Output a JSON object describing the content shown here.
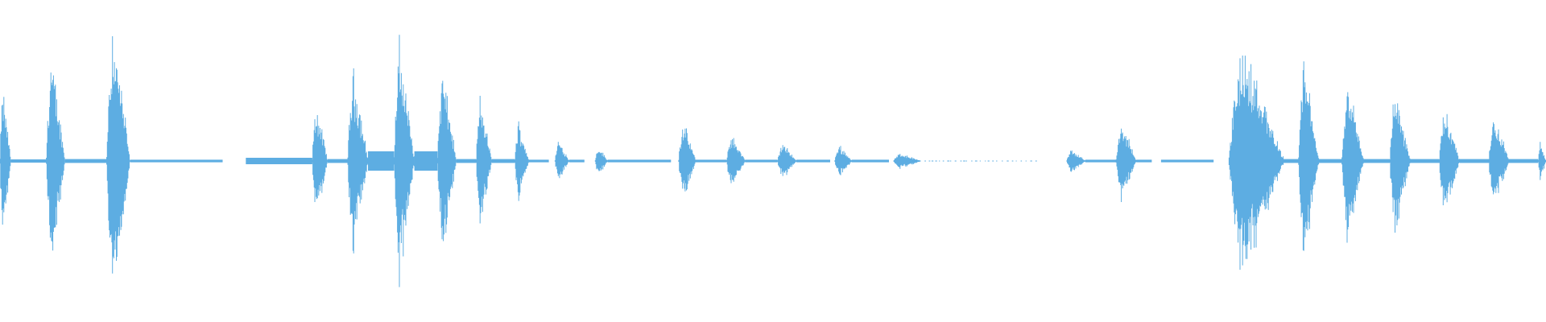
{
  "waveform": {
    "color": "#5DADE2",
    "background": "#ffffff",
    "baseline": "center",
    "segments": [
      {
        "start": 0.0,
        "end": 0.007,
        "amp": 0.22,
        "shape": "burst"
      },
      {
        "start": 0.007,
        "end": 0.03,
        "amp": 0.005,
        "shape": "line"
      },
      {
        "start": 0.03,
        "end": 0.042,
        "amp": 0.32,
        "shape": "burst"
      },
      {
        "start": 0.042,
        "end": 0.069,
        "amp": 0.006,
        "shape": "line"
      },
      {
        "start": 0.069,
        "end": 0.084,
        "amp": 0.42,
        "shape": "burst"
      },
      {
        "start": 0.084,
        "end": 0.144,
        "amp": 0.004,
        "shape": "line"
      },
      {
        "start": 0.159,
        "end": 0.202,
        "amp": 0.01,
        "shape": "line"
      },
      {
        "start": 0.202,
        "end": 0.212,
        "amp": 0.17,
        "shape": "burst"
      },
      {
        "start": 0.212,
        "end": 0.225,
        "amp": 0.006,
        "shape": "line"
      },
      {
        "start": 0.225,
        "end": 0.238,
        "amp": 0.28,
        "shape": "burst"
      },
      {
        "start": 0.238,
        "end": 0.255,
        "amp": 0.03,
        "shape": "line"
      },
      {
        "start": 0.255,
        "end": 0.268,
        "amp": 0.36,
        "shape": "burst"
      },
      {
        "start": 0.268,
        "end": 0.283,
        "amp": 0.03,
        "shape": "line"
      },
      {
        "start": 0.283,
        "end": 0.295,
        "amp": 0.28,
        "shape": "burst"
      },
      {
        "start": 0.295,
        "end": 0.308,
        "amp": 0.006,
        "shape": "line"
      },
      {
        "start": 0.308,
        "end": 0.318,
        "amp": 0.19,
        "shape": "burst"
      },
      {
        "start": 0.318,
        "end": 0.333,
        "amp": 0.006,
        "shape": "line"
      },
      {
        "start": 0.333,
        "end": 0.342,
        "amp": 0.12,
        "shape": "burst"
      },
      {
        "start": 0.342,
        "end": 0.355,
        "amp": 0.004,
        "shape": "line"
      },
      {
        "start": 0.359,
        "end": 0.368,
        "amp": 0.065,
        "shape": "burst"
      },
      {
        "start": 0.368,
        "end": 0.378,
        "amp": 0.004,
        "shape": "line"
      },
      {
        "start": 0.385,
        "end": 0.393,
        "amp": 0.045,
        "shape": "burst"
      },
      {
        "start": 0.393,
        "end": 0.434,
        "amp": 0.004,
        "shape": "line"
      },
      {
        "start": 0.439,
        "end": 0.45,
        "amp": 0.12,
        "shape": "burst"
      },
      {
        "start": 0.45,
        "end": 0.47,
        "amp": 0.004,
        "shape": "line"
      },
      {
        "start": 0.47,
        "end": 0.482,
        "amp": 0.08,
        "shape": "burst"
      },
      {
        "start": 0.482,
        "end": 0.503,
        "amp": 0.004,
        "shape": "line"
      },
      {
        "start": 0.503,
        "end": 0.515,
        "amp": 0.055,
        "shape": "burst"
      },
      {
        "start": 0.515,
        "end": 0.537,
        "amp": 0.004,
        "shape": "line"
      },
      {
        "start": 0.54,
        "end": 0.551,
        "amp": 0.05,
        "shape": "burst"
      },
      {
        "start": 0.551,
        "end": 0.575,
        "amp": 0.004,
        "shape": "line"
      },
      {
        "start": 0.578,
        "end": 0.595,
        "amp": 0.025,
        "shape": "burst"
      },
      {
        "start": 0.595,
        "end": 0.672,
        "amp": 0.003,
        "shape": "dotted"
      },
      {
        "start": 0.69,
        "end": 0.702,
        "amp": 0.035,
        "shape": "burst"
      },
      {
        "start": 0.702,
        "end": 0.722,
        "amp": 0.004,
        "shape": "line"
      },
      {
        "start": 0.722,
        "end": 0.735,
        "amp": 0.12,
        "shape": "burst"
      },
      {
        "start": 0.735,
        "end": 0.745,
        "amp": 0.004,
        "shape": "line"
      },
      {
        "start": 0.751,
        "end": 0.785,
        "amp": 0.004,
        "shape": "line"
      },
      {
        "start": 0.795,
        "end": 0.83,
        "amp": 0.35,
        "shape": "burst"
      },
      {
        "start": 0.83,
        "end": 0.84,
        "amp": 0.006,
        "shape": "line"
      },
      {
        "start": 0.84,
        "end": 0.853,
        "amp": 0.31,
        "shape": "burst"
      },
      {
        "start": 0.853,
        "end": 0.868,
        "amp": 0.006,
        "shape": "line"
      },
      {
        "start": 0.868,
        "end": 0.882,
        "amp": 0.25,
        "shape": "burst"
      },
      {
        "start": 0.882,
        "end": 0.899,
        "amp": 0.006,
        "shape": "line"
      },
      {
        "start": 0.899,
        "end": 0.912,
        "amp": 0.22,
        "shape": "burst"
      },
      {
        "start": 0.912,
        "end": 0.931,
        "amp": 0.006,
        "shape": "line"
      },
      {
        "start": 0.931,
        "end": 0.944,
        "amp": 0.16,
        "shape": "burst"
      },
      {
        "start": 0.944,
        "end": 0.963,
        "amp": 0.006,
        "shape": "line"
      },
      {
        "start": 0.963,
        "end": 0.976,
        "amp": 0.14,
        "shape": "burst"
      },
      {
        "start": 0.976,
        "end": 0.995,
        "amp": 0.006,
        "shape": "line"
      },
      {
        "start": 0.995,
        "end": 1.0,
        "amp": 0.06,
        "shape": "burst"
      }
    ]
  }
}
